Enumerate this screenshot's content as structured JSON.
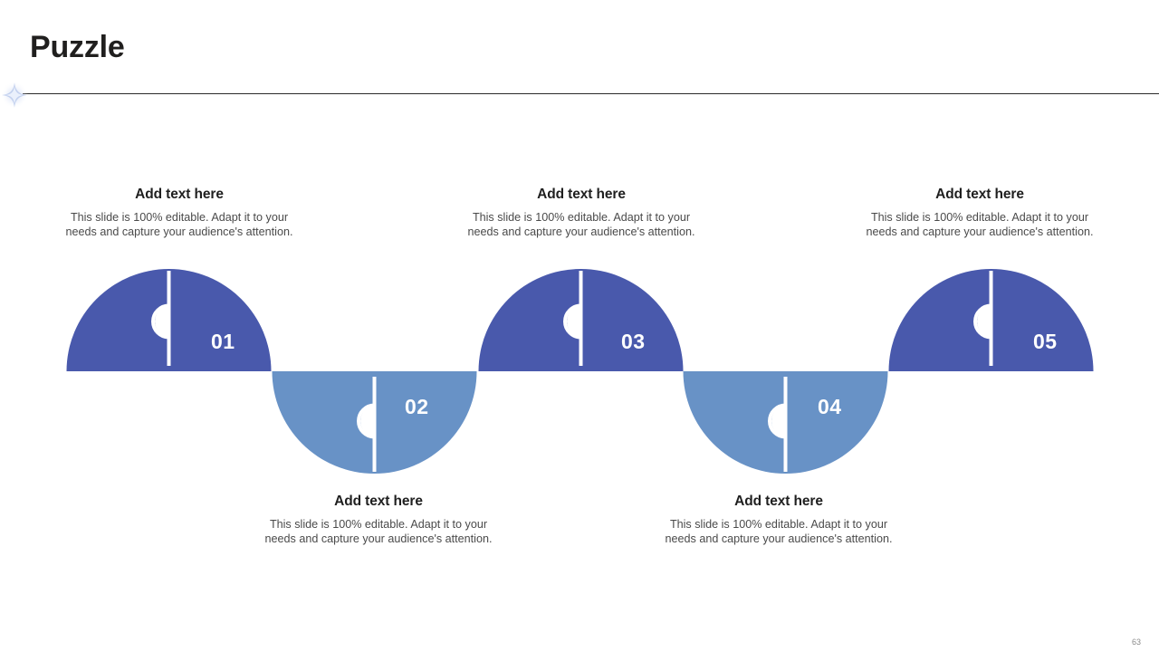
{
  "slide": {
    "title": "Puzzle",
    "page_number": "63",
    "colors": {
      "dark_blue": "#4959ac",
      "light_blue": "#6892c6",
      "title": "#201f1e",
      "rule": "#2b2b2b",
      "body_text": "#4a4a4a",
      "sparkle": "#c8d4f0"
    },
    "icons": {
      "sparkle": "sparkle-icon"
    }
  },
  "pieces": [
    {
      "number": "01",
      "color_key": "dark_blue",
      "orientation": "up",
      "caption": {
        "title": "Add text here",
        "body": "This slide is 100% editable. Adapt it to your needs and capture your audience's attention."
      }
    },
    {
      "number": "02",
      "color_key": "light_blue",
      "orientation": "down",
      "caption": {
        "title": "Add text here",
        "body": "This slide is 100% editable. Adapt it to your needs and capture your audience's attention."
      }
    },
    {
      "number": "03",
      "color_key": "dark_blue",
      "orientation": "up",
      "caption": {
        "title": "Add text here",
        "body": "This slide is 100% editable. Adapt it to your needs and capture your audience's attention."
      }
    },
    {
      "number": "04",
      "color_key": "light_blue",
      "orientation": "down",
      "caption": {
        "title": "Add text here",
        "body": "This slide is 100% editable. Adapt it to your needs and capture your audience's attention."
      }
    },
    {
      "number": "05",
      "color_key": "dark_blue",
      "orientation": "up",
      "caption": {
        "title": "Add text here",
        "body": "This slide is 100% editable. Adapt it to your needs and capture your audience's attention."
      }
    }
  ]
}
